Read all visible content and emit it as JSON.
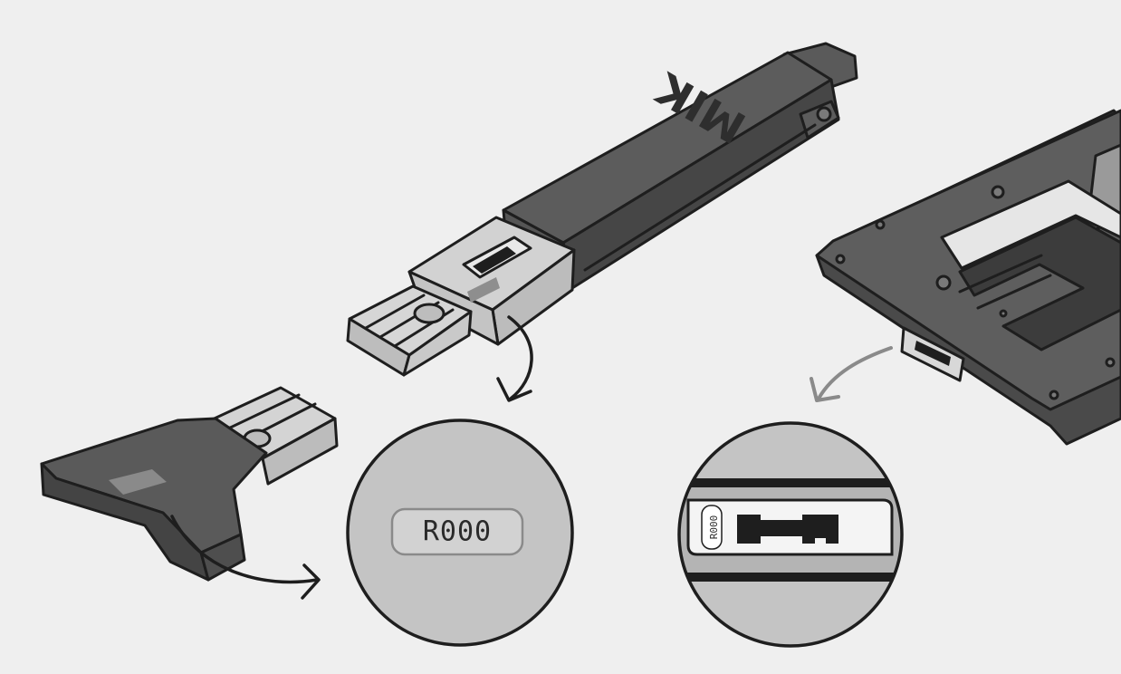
{
  "device": {
    "brand": "MIK"
  },
  "zoom_left": {
    "code": "R000"
  },
  "zoom_right": {
    "code": "R000"
  },
  "colors": {
    "background": "#efefef",
    "body_dark": "#5c5c5c",
    "body_light": "#cfcfcf",
    "outline": "#1e1e1e",
    "arrow_gray": "#8a8a8a"
  }
}
